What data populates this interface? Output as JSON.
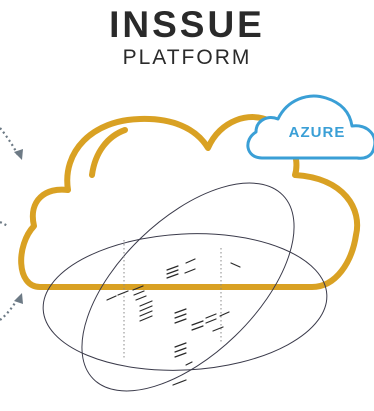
{
  "header": {
    "title": "INSSUE",
    "subtitle": "PLATFORM"
  },
  "cloud_label": "AZURE",
  "colors": {
    "title": "#2a2a2a",
    "main_cloud": "#d9a123",
    "azure_cloud": "#3a9fd6",
    "ellipse": "#3a3a4a",
    "arrow": "#6d7a85"
  }
}
